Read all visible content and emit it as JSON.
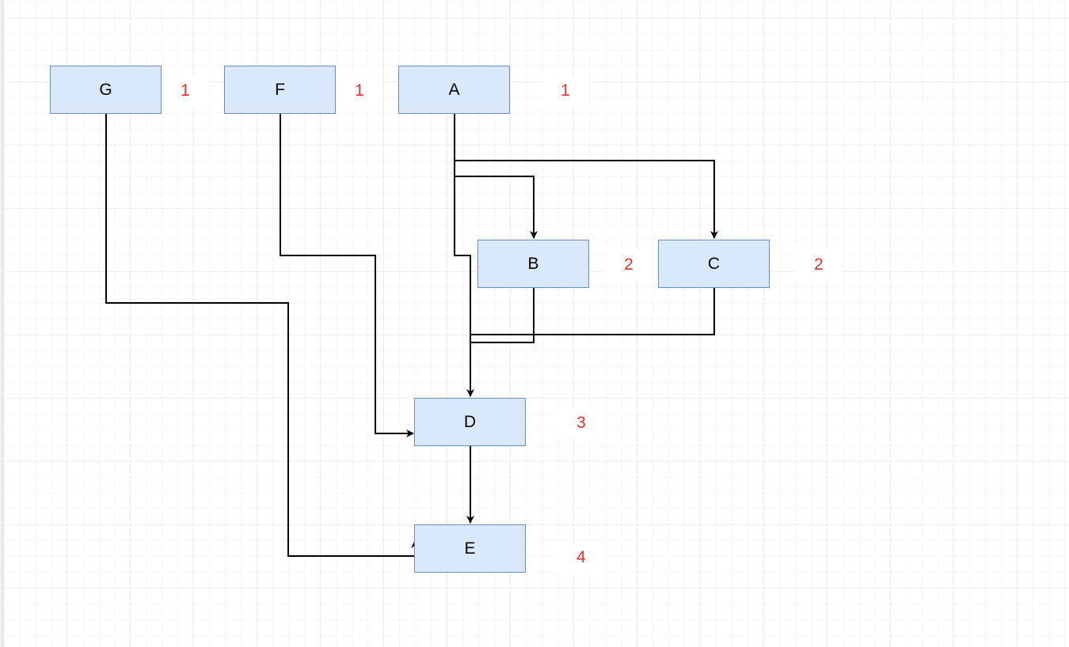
{
  "colors": {
    "node_fill": "#dae8fc",
    "node_stroke": "#6c8ebf",
    "edge": "#000000",
    "level_text": "#e03030"
  },
  "nodes": [
    {
      "id": "G",
      "label": "G",
      "level": "1"
    },
    {
      "id": "F",
      "label": "F",
      "level": "1"
    },
    {
      "id": "A",
      "label": "A",
      "level": "1"
    },
    {
      "id": "B",
      "label": "B",
      "level": "2"
    },
    {
      "id": "C",
      "label": "C",
      "level": "2"
    },
    {
      "id": "D",
      "label": "D",
      "level": "3"
    },
    {
      "id": "E",
      "label": "E",
      "level": "4"
    }
  ],
  "edges": [
    {
      "from": "A",
      "to": "B"
    },
    {
      "from": "A",
      "to": "C"
    },
    {
      "from": "A",
      "to": "D"
    },
    {
      "from": "B",
      "to": "D"
    },
    {
      "from": "C",
      "to": "D"
    },
    {
      "from": "F",
      "to": "D"
    },
    {
      "from": "D",
      "to": "E"
    },
    {
      "from": "G",
      "to": "E"
    }
  ]
}
